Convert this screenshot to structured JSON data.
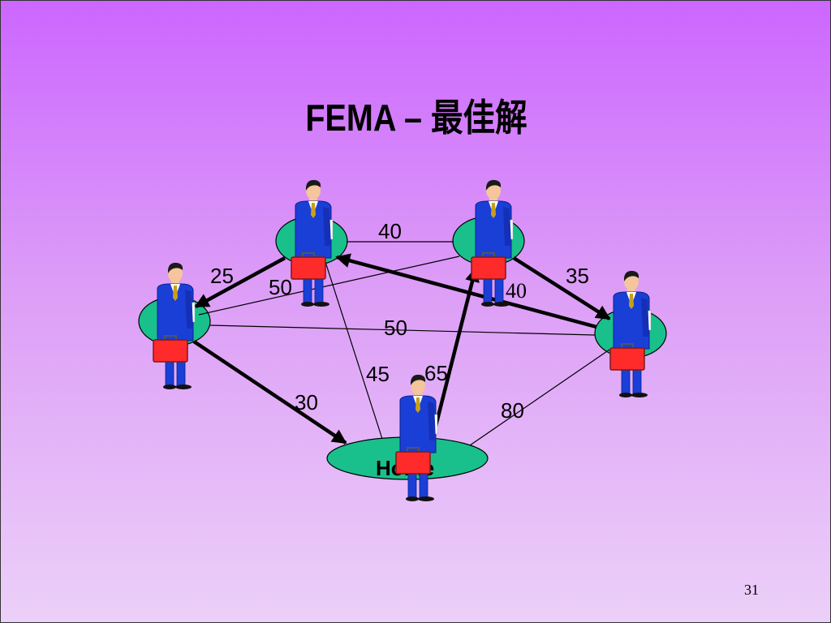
{
  "slide": {
    "title": "FEMA – 最佳解",
    "page_number": "31"
  },
  "nodes": [
    {
      "id": "top-left",
      "label": ""
    },
    {
      "id": "top-right",
      "label": ""
    },
    {
      "id": "left",
      "label": ""
    },
    {
      "id": "right",
      "label": ""
    },
    {
      "id": "home",
      "label": "Home"
    }
  ],
  "edges": [
    {
      "from": "top-left",
      "to": "top-right",
      "weight": "40",
      "in_solution": false
    },
    {
      "from": "top-left",
      "to": "left",
      "weight": "25",
      "in_solution": true
    },
    {
      "from": "top-right",
      "to": "left",
      "weight": "50",
      "in_solution": false
    },
    {
      "from": "top-right",
      "to": "right",
      "weight": "35",
      "in_solution": true
    },
    {
      "from": "right",
      "to": "top-left",
      "weight": "40",
      "in_solution": true
    },
    {
      "from": "left",
      "to": "right",
      "weight": "50",
      "in_solution": false
    },
    {
      "from": "top-left",
      "to": "home",
      "weight": "45",
      "in_solution": false
    },
    {
      "from": "home",
      "to": "top-right",
      "weight": "65",
      "in_solution": true
    },
    {
      "from": "left",
      "to": "home",
      "weight": "30",
      "in_solution": true
    },
    {
      "from": "right",
      "to": "home",
      "weight": "80",
      "in_solution": false
    }
  ],
  "colors": {
    "node_fill": "#19c08c",
    "suit": "#1a3fd6",
    "briefcase": "#ff2a2a",
    "background_top": "#cc66ff",
    "background_bottom": "#ecd0f8"
  },
  "icons": [
    "businessman-icon",
    "briefcase-icon"
  ]
}
